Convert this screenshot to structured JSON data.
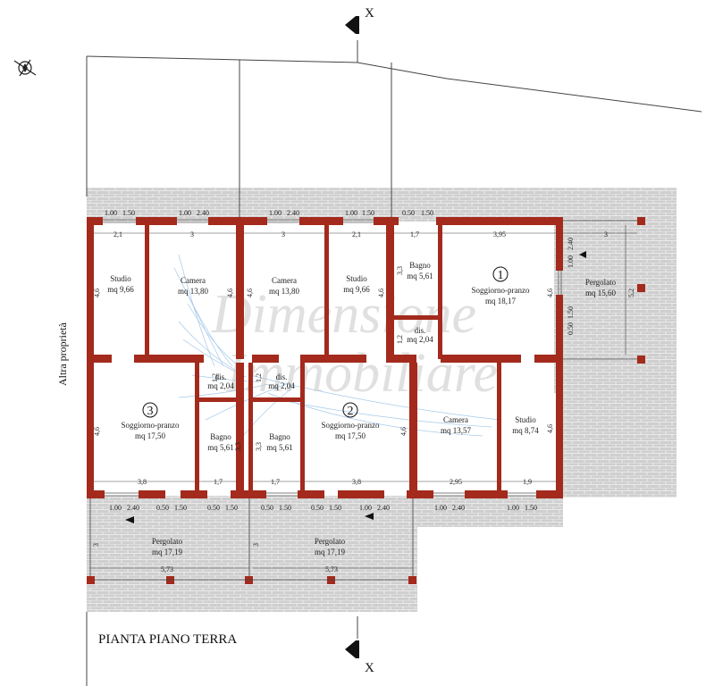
{
  "title": "PIANTA PIANO TERRA",
  "side_label": "Altra proprietà",
  "section_mark": "X",
  "watermark": [
    "Dimensione",
    "Immobiliare"
  ],
  "colors": {
    "wall": "#a32a1c",
    "paving": "#cfcfcf",
    "paving_line": "#ffffff",
    "line": "#333333"
  },
  "rooms": [
    {
      "name": "Studio",
      "area": "mq 9,66"
    },
    {
      "name": "Camera",
      "area": "mq 13,80"
    },
    {
      "name": "Camera",
      "area": "mq 13,80"
    },
    {
      "name": "Studio",
      "area": "mq 9,66"
    },
    {
      "name": "Bagno",
      "area": "mq 5,61"
    },
    {
      "name": "Soggiorno-pranzo",
      "area": "mq 18,17"
    },
    {
      "name": "dis.",
      "area": "mq 2,04"
    },
    {
      "name": "Pergolato",
      "area": "mq 15,60"
    },
    {
      "name": "dis.",
      "area": "mq 2,04"
    },
    {
      "name": "dis.",
      "area": "mq 2,04"
    },
    {
      "name": "Soggiorno-pranzo",
      "area": "mq 17,50"
    },
    {
      "name": "Bagno",
      "area": "mq 5,61"
    },
    {
      "name": "Bagno",
      "area": "mq 5,61"
    },
    {
      "name": "Soggiorno-pranzo",
      "area": "mq 17,50"
    },
    {
      "name": "Camera",
      "area": "mq 13,57"
    },
    {
      "name": "Studio",
      "area": "mq 8,74"
    },
    {
      "name": "Pergolato",
      "area": "mq 17,19"
    },
    {
      "name": "Pergolato",
      "area": "mq 17,19"
    }
  ],
  "unit_numbers": [
    "1",
    "2",
    "3"
  ],
  "top_openings": [
    "1.00",
    "1.50",
    "1.00",
    "2.40",
    "1.00",
    "2.40",
    "1.00",
    "1.50",
    "0.50",
    "1.50"
  ],
  "bottom_openings": [
    "1.00",
    "2.40",
    "0.50",
    "1.50",
    "0.50",
    "1.50",
    "0.50",
    "1.50",
    "0.50",
    "1.50",
    "1.00",
    "2.40",
    "1.00",
    "2.40",
    "1.00",
    "1.50"
  ],
  "right_openings": [
    "1.00",
    "2.40",
    "0.50",
    "1.50"
  ],
  "widths_top": [
    "2,1",
    "3",
    "3",
    "2,1",
    "1,7",
    "3,95",
    "3"
  ],
  "widths_bottom": [
    "3,8",
    "1,7",
    "1,7",
    "3,8",
    "2,95",
    "1,9",
    "5,73",
    "5,73"
  ],
  "heights": [
    "4,6",
    "4,6",
    "4,6",
    "3,3",
    "4,6",
    "5,2",
    "1,2",
    "1,2",
    "1,2",
    "4,6",
    "4,6",
    "3,3",
    "3,3",
    "4,6",
    "4,6",
    "3",
    "3"
  ]
}
